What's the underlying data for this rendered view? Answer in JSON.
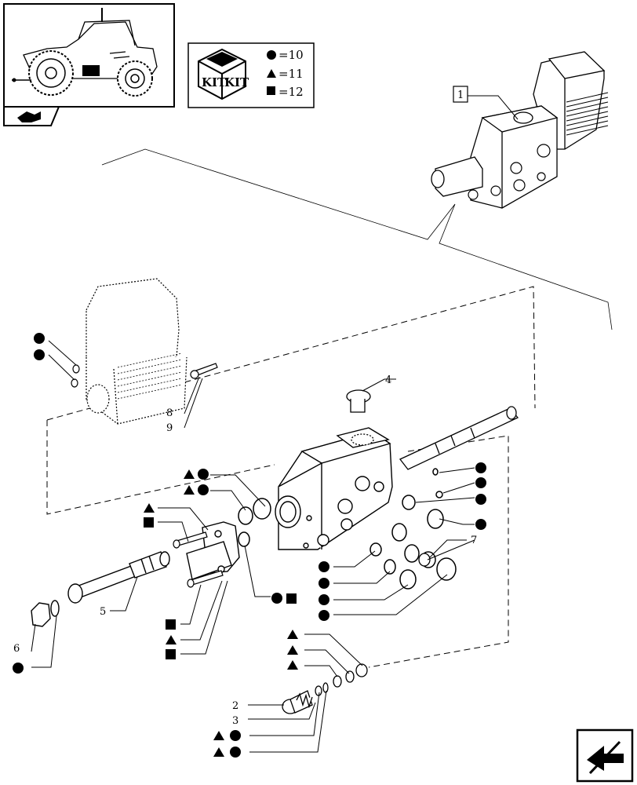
{
  "legend": {
    "rows": [
      {
        "symbol": "circle",
        "text": "=10"
      },
      {
        "symbol": "triangle",
        "text": "=11"
      },
      {
        "symbol": "square",
        "text": "=12"
      }
    ],
    "kit_text": "KIT"
  },
  "callout_box": "1",
  "part_numbers": [
    "2",
    "3",
    "4",
    "5",
    "6",
    "7",
    "8",
    "9"
  ],
  "icons": {
    "thumbnail": "tractor-thumbnail",
    "section_icon": "gearbox-icon",
    "kit_icon": "kit-box-icon",
    "nav_icon": "next-page-arrow-icon"
  }
}
